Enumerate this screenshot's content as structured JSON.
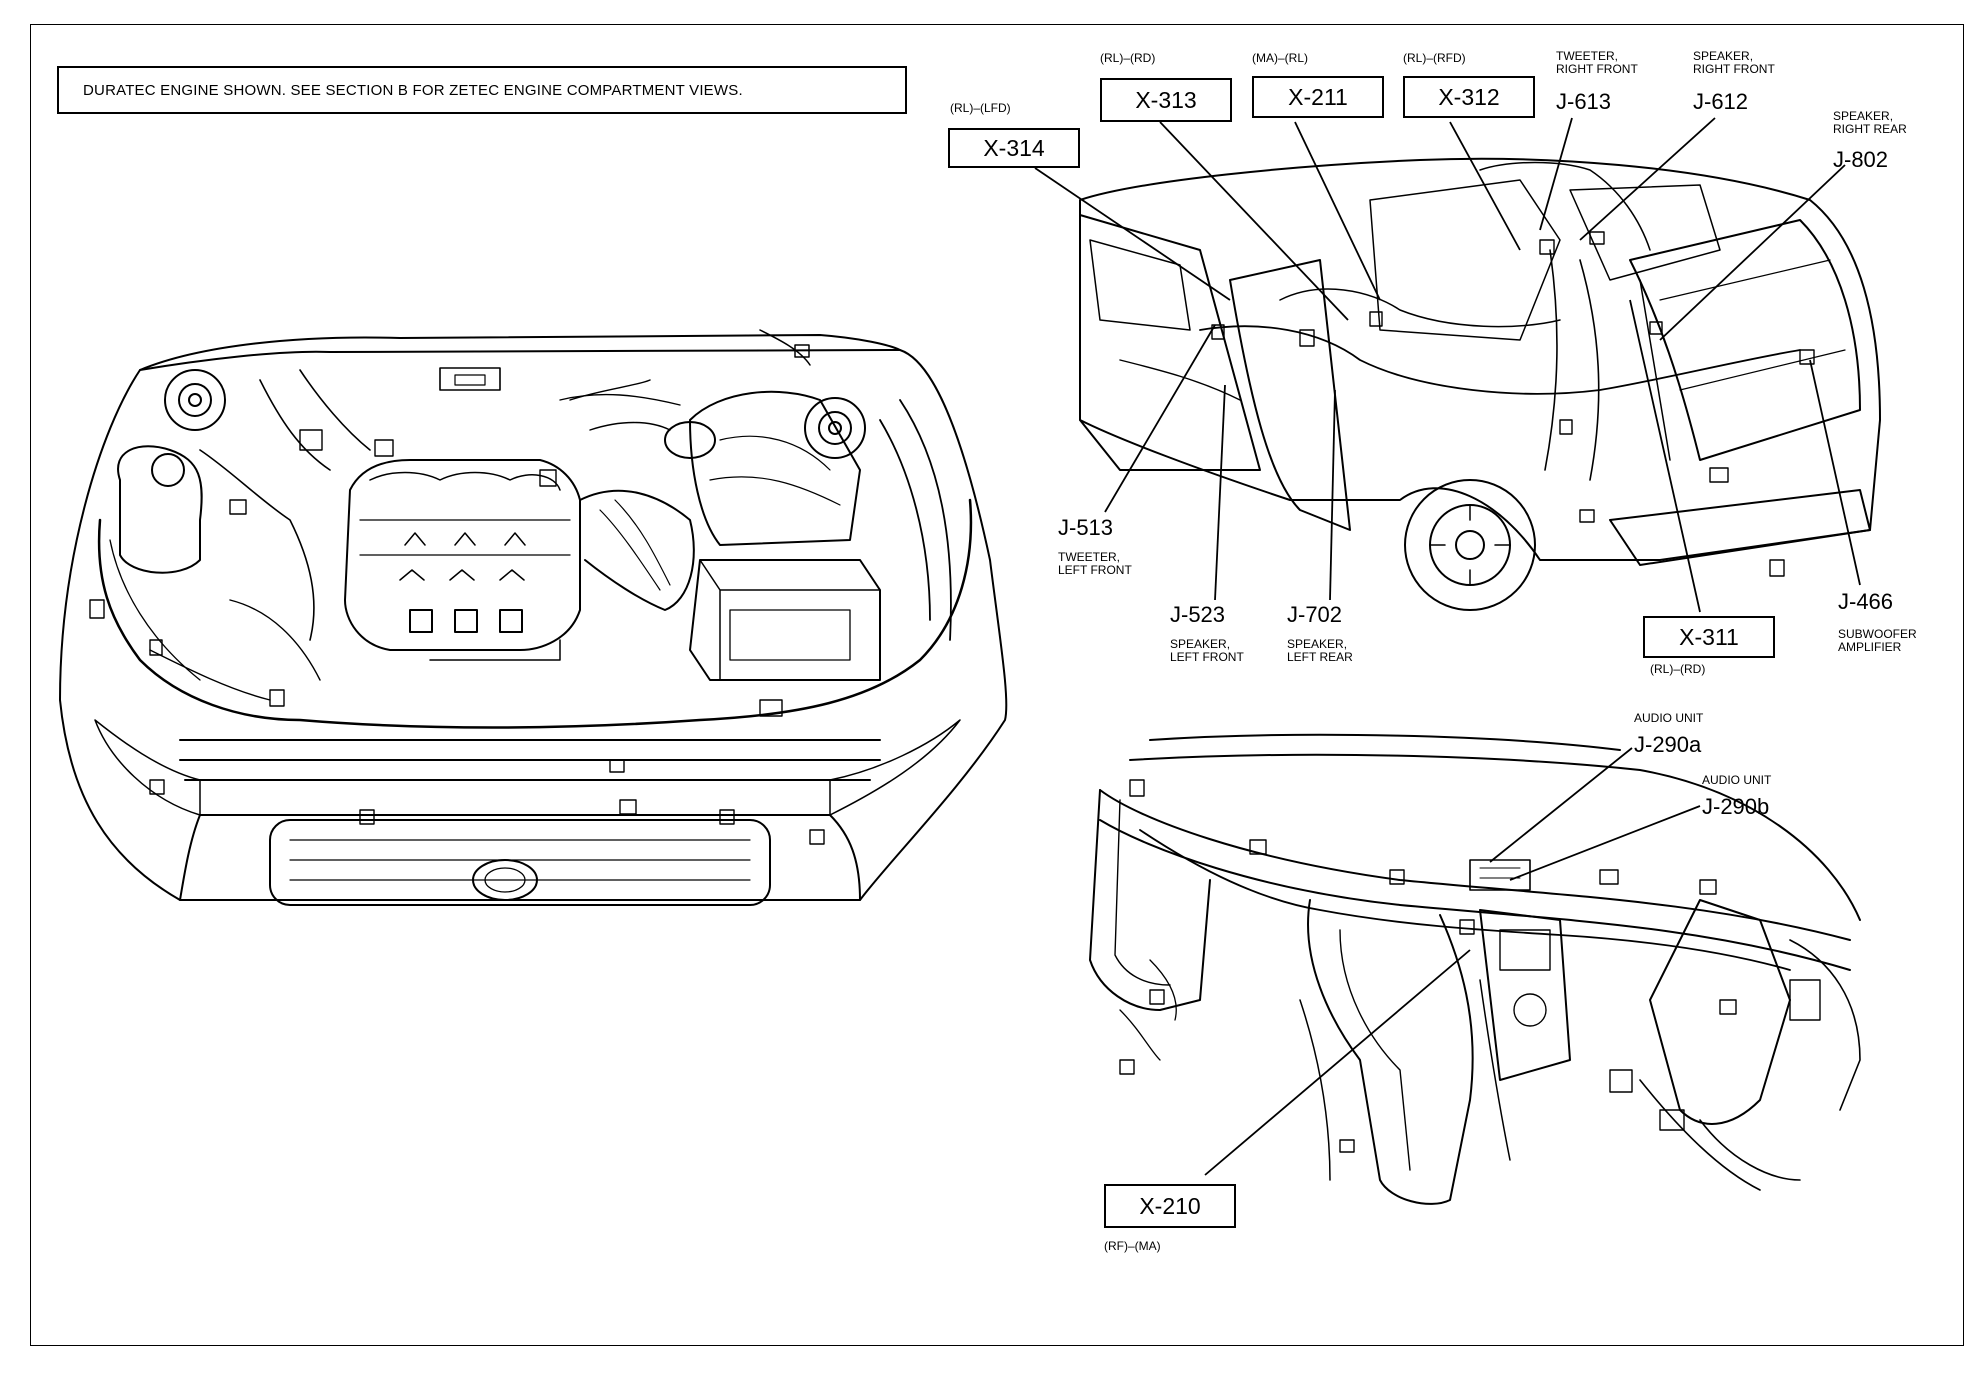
{
  "note": "DURATEC ENGINE SHOWN. SEE SECTION B FOR ZETEC ENGINE COMPARTMENT VIEWS.",
  "connectors": {
    "x314": {
      "id": "X-314",
      "loc": "(RL)–(LFD)"
    },
    "x313": {
      "id": "X-313",
      "loc": "(RL)–(RD)"
    },
    "x211": {
      "id": "X-211",
      "loc": "(MA)–(RL)"
    },
    "x312": {
      "id": "X-312",
      "loc": "(RL)–(RFD)"
    },
    "x311": {
      "id": "X-311",
      "loc": "(RL)–(RD)"
    },
    "x210": {
      "id": "X-210",
      "loc": "(RF)–(MA)"
    }
  },
  "jacks": {
    "j613": {
      "id": "J-613",
      "l1": "TWEETER,",
      "l2": "RIGHT FRONT"
    },
    "j612": {
      "id": "J-612",
      "l1": "SPEAKER,",
      "l2": "RIGHT FRONT"
    },
    "j802": {
      "id": "J-802",
      "l1": "SPEAKER,",
      "l2": "RIGHT REAR"
    },
    "j513": {
      "id": "J-513",
      "l1": "TWEETER,",
      "l2": "LEFT FRONT"
    },
    "j523": {
      "id": "J-523",
      "l1": "SPEAKER,",
      "l2": "LEFT FRONT"
    },
    "j702": {
      "id": "J-702",
      "l1": "SPEAKER,",
      "l2": "LEFT REAR"
    },
    "j466": {
      "id": "J-466",
      "l1": "SUBWOOFER",
      "l2": "AMPLIFIER"
    },
    "j290a": {
      "id": "J-290a",
      "l1": "AUDIO UNIT"
    },
    "j290b": {
      "id": "J-290b",
      "l1": "AUDIO UNIT"
    }
  }
}
